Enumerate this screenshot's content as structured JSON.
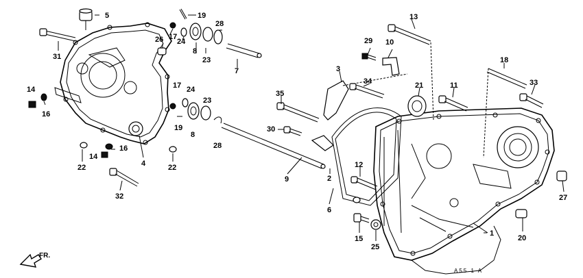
{
  "diagram": {
    "direction_label": "FR.",
    "figure_code": "A55 1 A",
    "callouts": {
      "c1": "1",
      "c2": "2",
      "c3": "3",
      "c4": "4",
      "c5": "5",
      "c6": "6",
      "c7": "7",
      "c8a": "8",
      "c8b": "8",
      "c9": "9",
      "c10": "10",
      "c11": "11",
      "c12": "12",
      "c13": "13",
      "c14a": "14",
      "c14b": "14",
      "c15": "15",
      "c16a": "16",
      "c16b": "16",
      "c17a": "17",
      "c17b": "17",
      "c18": "18",
      "c19a": "19",
      "c19b": "19",
      "c20": "20",
      "c21": "21",
      "c22a": "22",
      "c22b": "22",
      "c23a": "23",
      "c23b": "23",
      "c24a": "24",
      "c24b": "24",
      "c25": "25",
      "c26": "26",
      "c27": "27",
      "c28a": "28",
      "c28b": "28",
      "c29": "29",
      "c30": "30",
      "c31": "31",
      "c32": "32",
      "c33": "33",
      "c34": "34",
      "c35": "35"
    }
  }
}
